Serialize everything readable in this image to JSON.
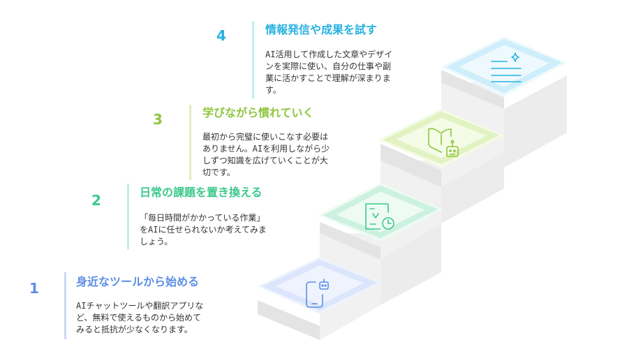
{
  "colors": {
    "step1": "#5b8ee6",
    "step2": "#3cc98c",
    "step3": "#8ec63f",
    "step4": "#27b2e0",
    "step1_light": "#d9e4fb",
    "step2_light": "#d2f4e3",
    "step3_light": "#e6f5c8",
    "step4_light": "#d2f0fb",
    "step1_bar": "#c9d8f5",
    "step2_bar": "#c6eedb",
    "step3_bar": "#dff0c2",
    "step4_bar": "#c7ebf7"
  },
  "steps": [
    {
      "number": "1",
      "title": "身近なツールから始める",
      "description": "AIチャットツールや翻訳アプリな\nど、無料で使えるものから始めて\nみると抵抗が少なくなります。",
      "icon": "mobile-robot-icon"
    },
    {
      "number": "2",
      "title": "日常の課題を置き換える",
      "description": "「毎日時間がかかっている作業」\nをAIに任せられないか考えてみま\nしょう。",
      "icon": "task-clock-icon"
    },
    {
      "number": "3",
      "title": "学びながら慣れていく",
      "description": "最初から完璧に使いこなす必要は\nありません。AIを利用しながら少\nしずつ知識を広げていくことが大\n切です。",
      "icon": "book-robot-icon"
    },
    {
      "number": "4",
      "title": "情報発信や成果を試す",
      "description": "AI活用して作成した文章やデザイ\nンを実際に使い、自分の仕事や副\n業に活かすことで理解が深まりま\nす。",
      "icon": "document-sparkle-icon"
    }
  ]
}
